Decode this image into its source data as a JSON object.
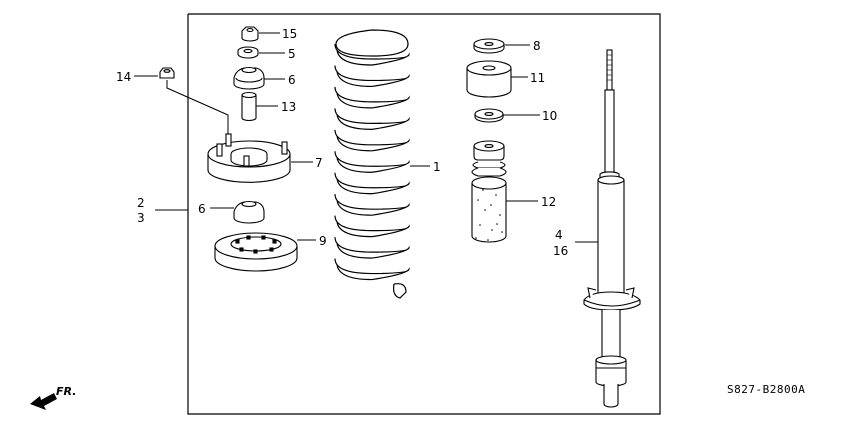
{
  "diagram": {
    "callouts": {
      "c1": "1",
      "c2": "2",
      "c3": "3",
      "c4": "4",
      "c5": "5",
      "c6a": "6",
      "c6b": "6",
      "c7": "7",
      "c8": "8",
      "c9": "9",
      "c10": "10",
      "c11": "11",
      "c12": "12",
      "c13": "13",
      "c14": "14",
      "c15": "15",
      "c16": "16"
    },
    "diagram_code": "S827-B2800A",
    "direction_label": "FR."
  }
}
